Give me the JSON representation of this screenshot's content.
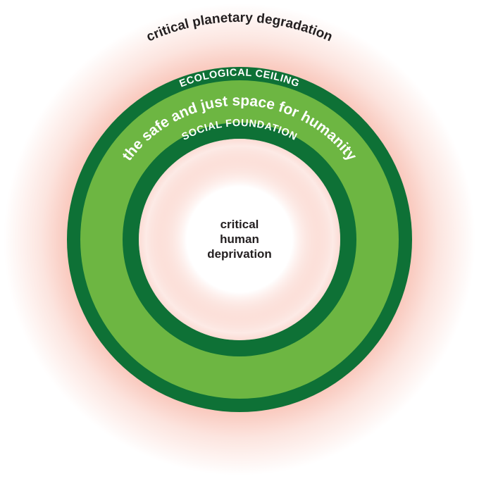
{
  "labels": {
    "outer_zone": "critical planetary degradation",
    "ecological_ceiling": "ECOLOGICAL CEILING",
    "safe_space": "the safe and just space for humanity",
    "social_foundation": "SOCIAL FOUNDATION",
    "center_lines": [
      "critical",
      "human",
      "deprivation"
    ]
  },
  "colors": {
    "halo": "#f5a08c",
    "dark_green": "#0e7136",
    "light_green": "#6db642",
    "text_dark": "#231f20",
    "text_light": "#ffffff"
  }
}
